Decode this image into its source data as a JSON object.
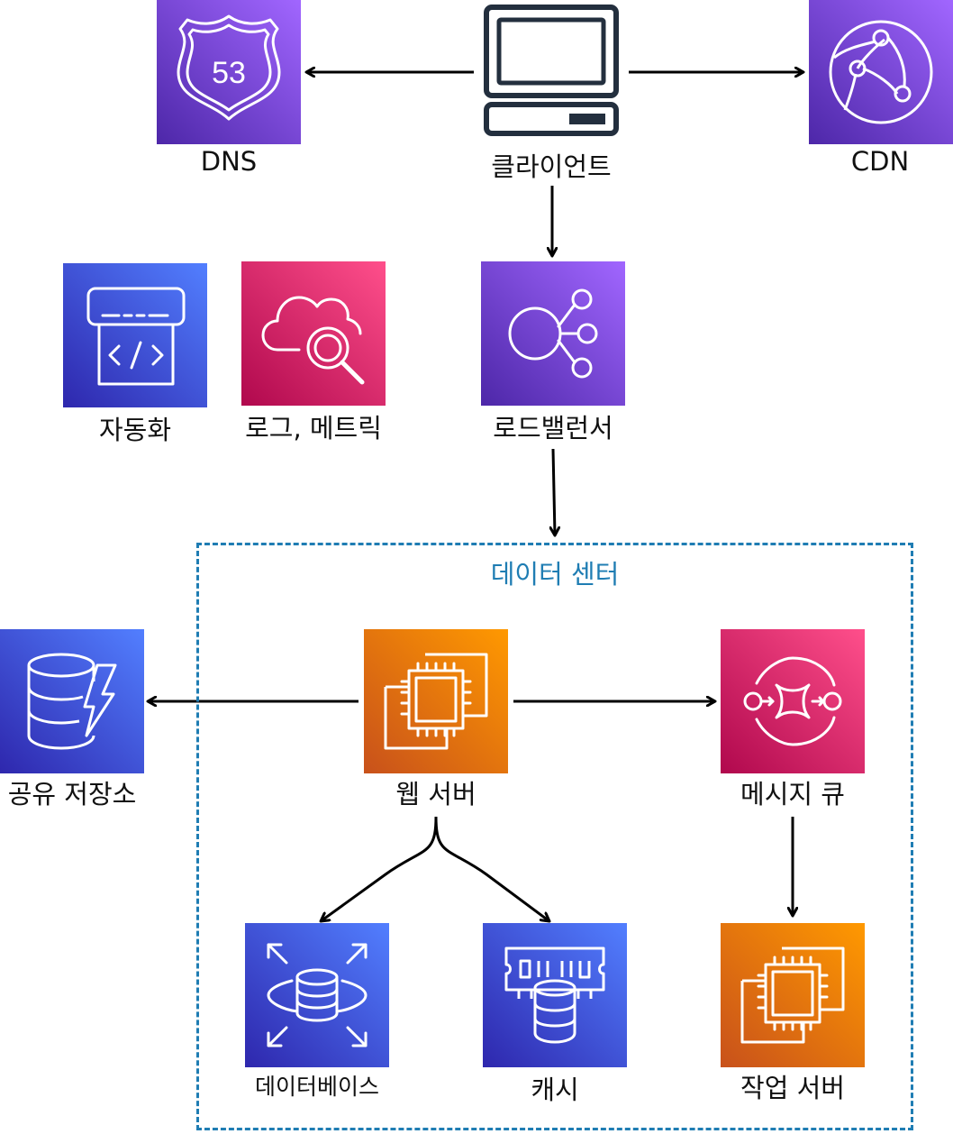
{
  "colors": {
    "compute_orange": "#ff9900",
    "networking_purple": "#8c4fff",
    "database_blue": "#527fff",
    "management_pink": "#ff4f8b",
    "datacenter_border": "#1f7db3"
  },
  "nodes": {
    "dns": {
      "label": "DNS",
      "icon": "route53-icon"
    },
    "client": {
      "label": "클라이언트",
      "icon": "computer-icon"
    },
    "cdn": {
      "label": "CDN",
      "icon": "cloudfront-icon"
    },
    "automation": {
      "label": "자동화",
      "icon": "code-icon"
    },
    "logs_metrics": {
      "label": "로그, 메트릭",
      "icon": "cloudwatch-icon"
    },
    "load_balancer": {
      "label": "로드밸런서",
      "icon": "load-balancer-icon"
    },
    "shared_storage": {
      "label": "공유 저장소",
      "icon": "dynamodb-icon"
    },
    "web_server": {
      "label": "웹 서버",
      "icon": "ec2-icon"
    },
    "message_queue": {
      "label": "메시지 큐",
      "icon": "sqs-icon"
    },
    "database": {
      "label": "데이터베이스",
      "icon": "rds-icon"
    },
    "cache": {
      "label": "캐시",
      "icon": "elasticache-icon"
    },
    "worker_server": {
      "label": "작업 서버",
      "icon": "ec2-icon"
    }
  },
  "groups": {
    "datacenter": {
      "label": "데이터 센터"
    }
  },
  "edges": [
    {
      "from": "client",
      "to": "dns"
    },
    {
      "from": "client",
      "to": "cdn"
    },
    {
      "from": "client",
      "to": "load_balancer"
    },
    {
      "from": "load_balancer",
      "to": "datacenter"
    },
    {
      "from": "web_server",
      "to": "shared_storage"
    },
    {
      "from": "web_server",
      "to": "message_queue"
    },
    {
      "from": "web_server",
      "to": "database"
    },
    {
      "from": "web_server",
      "to": "cache"
    },
    {
      "from": "message_queue",
      "to": "worker_server"
    }
  ]
}
